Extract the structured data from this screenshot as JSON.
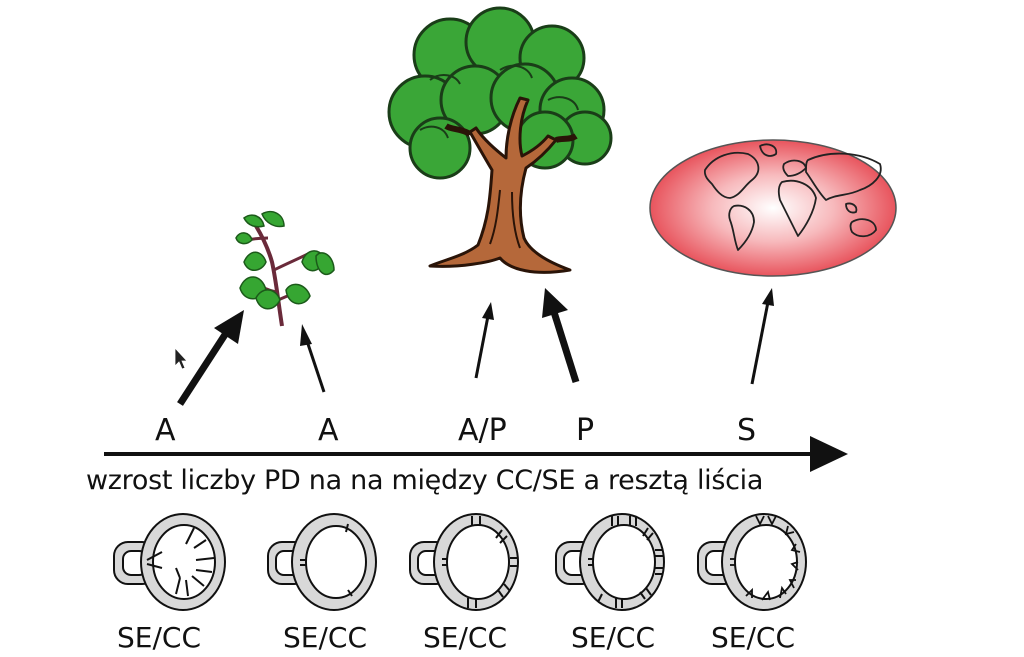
{
  "stage_labels": [
    "A",
    "A",
    "A/P",
    "P",
    "S"
  ],
  "axis_label": "wzrost liczby PD na na między CC/SE a resztą liścia",
  "cell_labels": [
    "SE/CC",
    "SE/CC",
    "SE/CC",
    "SE/CC",
    "SE/CC"
  ],
  "colors": {
    "leaf_green": "#2e9e2a",
    "foliage_green": "#3aa637",
    "trunk_brown": "#b5683a",
    "globe_red": "#e8474f",
    "cell_gray": "#d8d8d8",
    "ink": "#111111"
  },
  "icons": [
    "seedling-icon",
    "tree-icon",
    "world-map-icon",
    "mouse-cursor-icon"
  ]
}
